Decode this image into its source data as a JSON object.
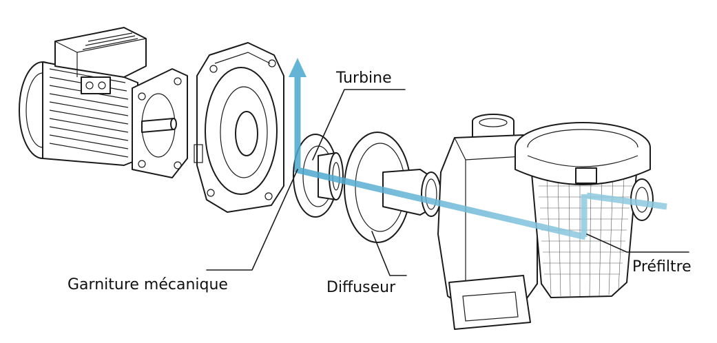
{
  "labels": {
    "turbine": "Turbine",
    "garniture": "Garniture mécanique",
    "diffuseur": "Diffuseur",
    "prefiltre": "Préfiltre"
  },
  "colors": {
    "flow_light": "#8ec9e0",
    "flow_dark": "#4aa7cf",
    "ink": "#1a1a1a",
    "background": "#ffffff"
  },
  "icons": {
    "flow": "flow-arrow-icon"
  }
}
